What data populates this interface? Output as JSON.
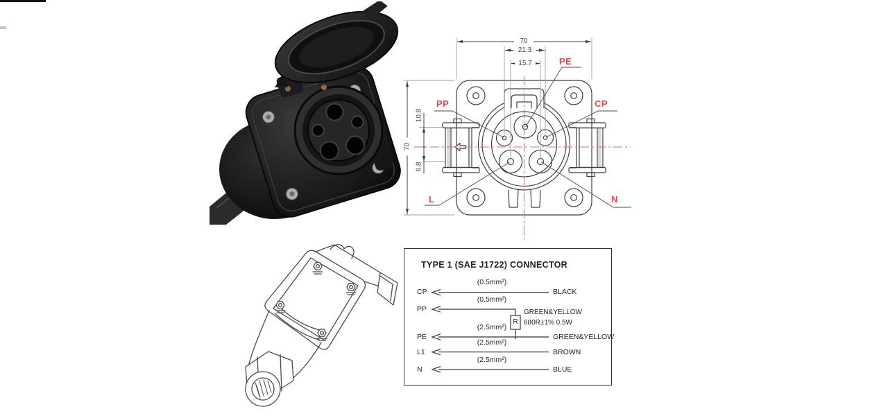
{
  "colors": {
    "accent_red": "#e8464e",
    "centerline_red": "#f06a6a",
    "drawing_line": "#3f3f3f",
    "sketch_line": "#4a4a4a",
    "wiring_line": "#333333"
  },
  "tech_drawing": {
    "dim_width": "70",
    "dim_pp_cp": "21.3",
    "dim_l_n": "15.7",
    "dim_height": "70",
    "dim_pe_offset": "10.8",
    "dim_ln_offset": "6.8",
    "label_pe": "PE",
    "label_pp": "PP",
    "label_cp": "CP",
    "label_l": "L",
    "label_n": "N"
  },
  "wiring_diagram": {
    "title": "TYPE 1 (SAE J1722) CONNECTOR",
    "resistor_symbol": "R",
    "resistor_wire": "GREEN&YELLOW",
    "resistor_value": "680R±1% 0.5W",
    "rows": [
      {
        "pin": "CP",
        "spec": "(0.5mm²)",
        "wire": "BLACK"
      },
      {
        "pin": "PP",
        "spec": "(0.5mm²)",
        "wire": ""
      },
      {
        "pin": "PE",
        "spec": "(2.5mm²)",
        "wire": "GREEN&YELLOW"
      },
      {
        "pin": "L1",
        "spec": "(2.5mm²)",
        "wire": "BROWN"
      },
      {
        "pin": "N",
        "spec": "(2.5mm²)",
        "wire": "BLUE"
      }
    ]
  }
}
